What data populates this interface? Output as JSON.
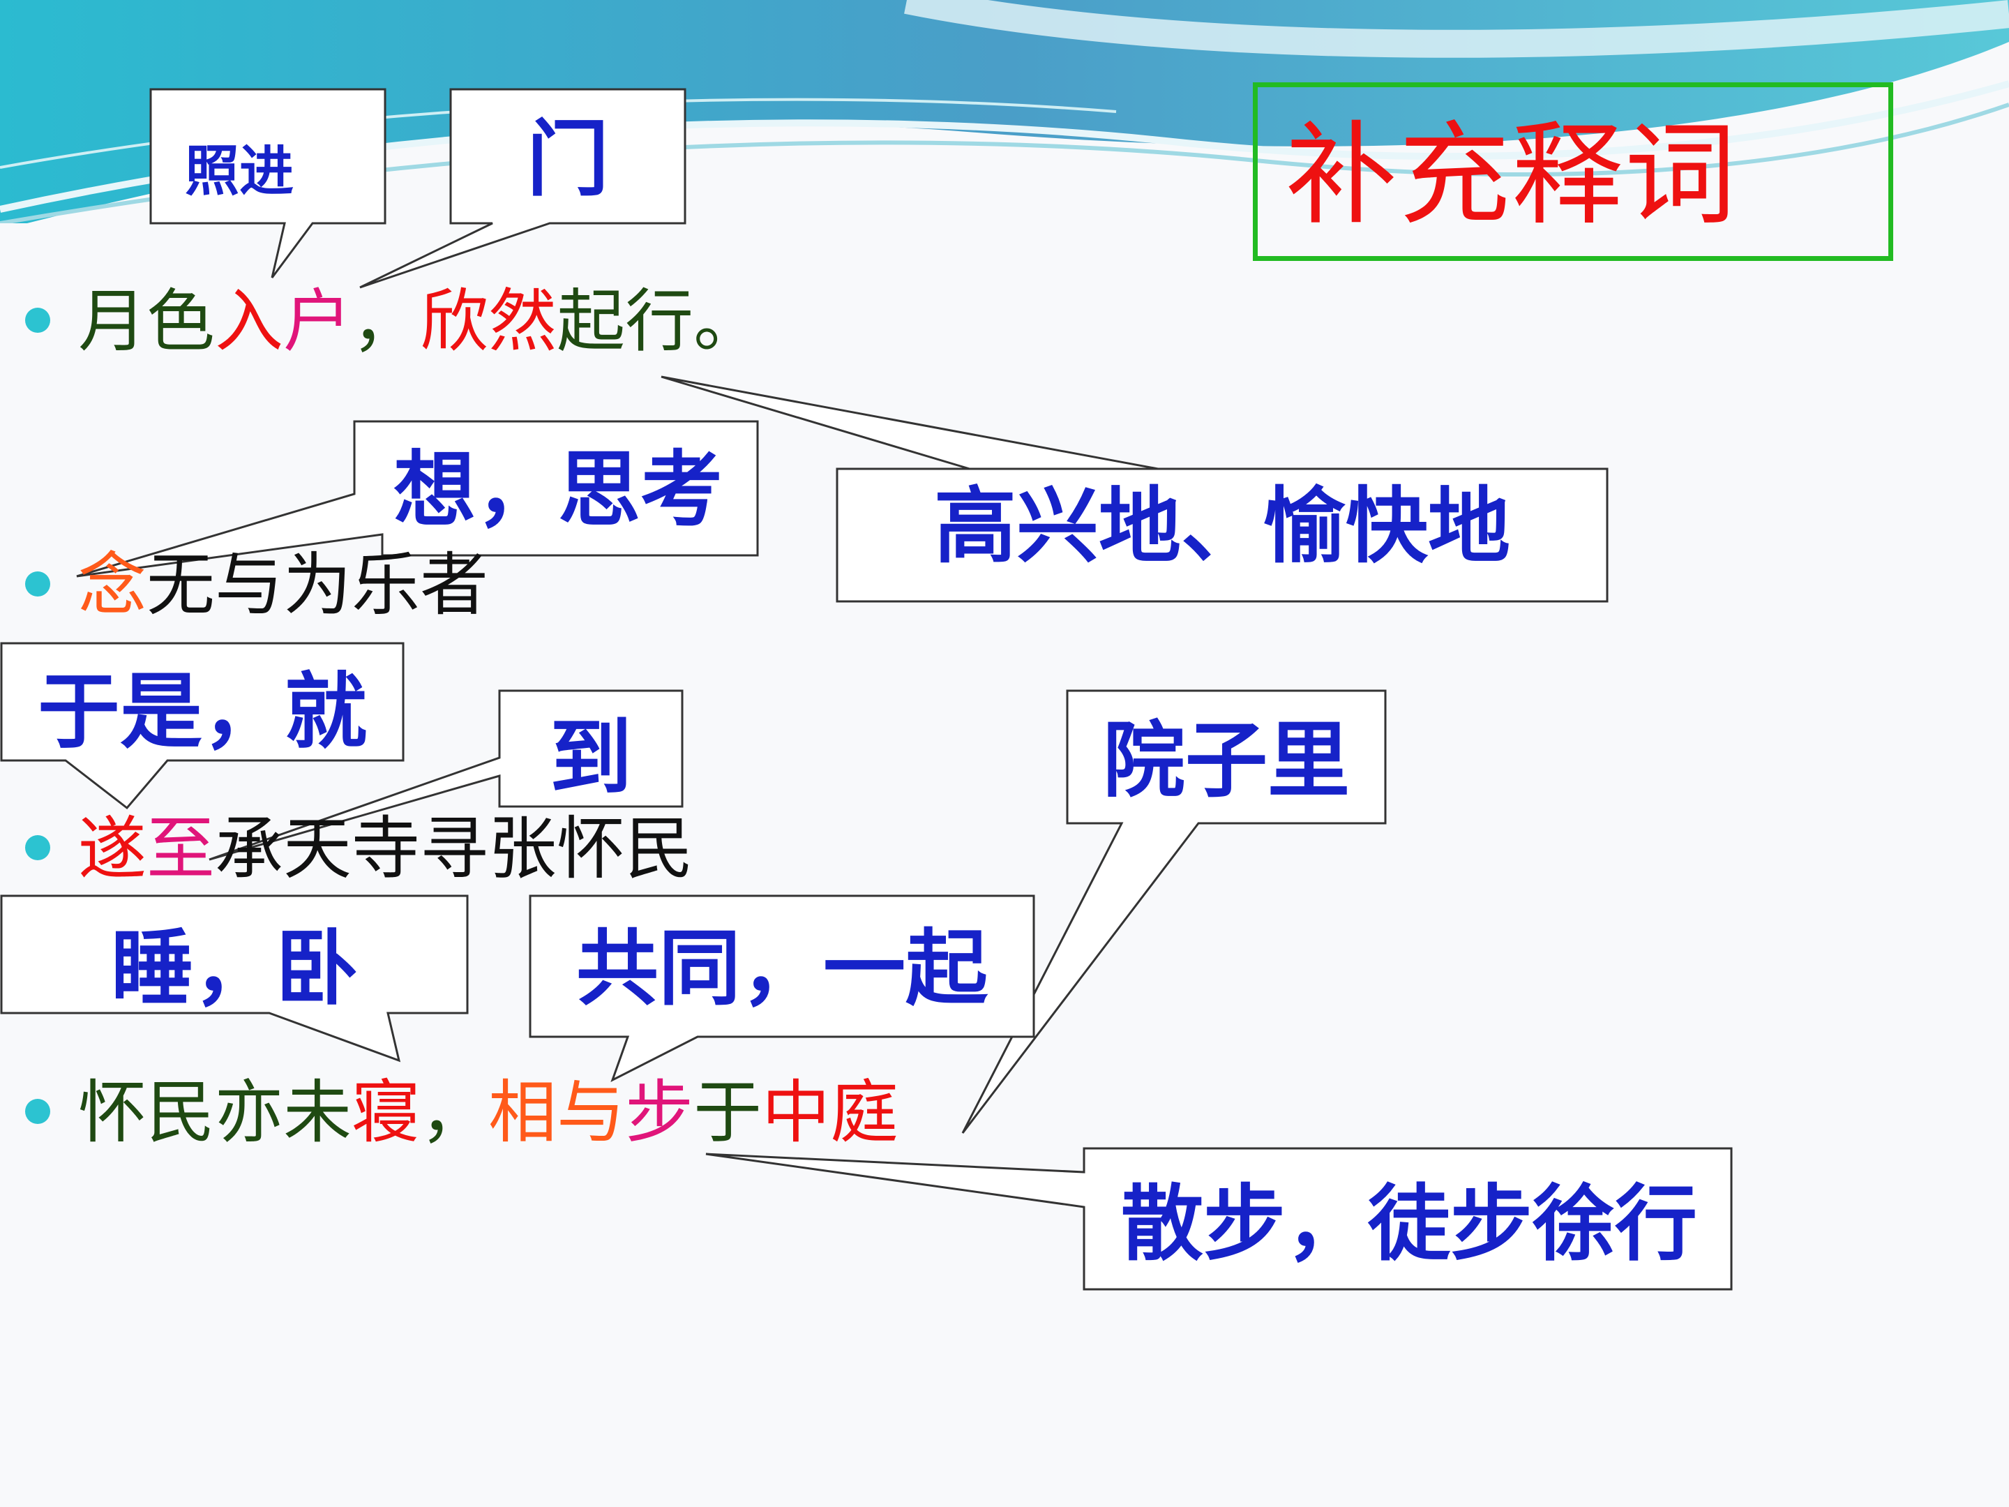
{
  "title": "补充释词",
  "colors": {
    "title": "#ee1111",
    "title_border": "#22bb22",
    "bullet": "#2cc3d1",
    "callout_text": "#1622c8",
    "text_green": "#1f4a12",
    "text_red": "#ee1111",
    "text_pink": "#e0157a",
    "text_orange": "#ff5a1a"
  },
  "lines": [
    {
      "segments": [
        {
          "text": "月色",
          "color": "green"
        },
        {
          "text": "入",
          "color": "red"
        },
        {
          "text": "户",
          "color": "pink"
        },
        {
          "text": "，",
          "color": "green"
        },
        {
          "text": "欣然",
          "color": "red"
        },
        {
          "text": "起行。",
          "color": "green"
        }
      ]
    },
    {
      "segments": [
        {
          "text": "念",
          "color": "orange"
        },
        {
          "text": "无与为乐者",
          "color": "black"
        }
      ]
    },
    {
      "segments": [
        {
          "text": "遂",
          "color": "red"
        },
        {
          "text": "至",
          "color": "pink"
        },
        {
          "text": "承天寺寻张怀民",
          "color": "black"
        }
      ]
    },
    {
      "segments": [
        {
          "text": "怀民亦未",
          "color": "green"
        },
        {
          "text": "寝",
          "color": "red"
        },
        {
          "text": "，",
          "color": "green"
        },
        {
          "text": "相与",
          "color": "orange"
        },
        {
          "text": "步",
          "color": "pink"
        },
        {
          "text": "于",
          "color": "green"
        },
        {
          "text": "中庭",
          "color": "red"
        }
      ]
    }
  ],
  "callouts": [
    {
      "id": "zhaojin",
      "text": "照进"
    },
    {
      "id": "men",
      "text": "门"
    },
    {
      "id": "xiang",
      "text": "想，思考"
    },
    {
      "id": "gaoxing",
      "text": "高兴地、愉快地"
    },
    {
      "id": "yushi",
      "text": "于是，就"
    },
    {
      "id": "dao",
      "text": "到"
    },
    {
      "id": "yuanzi",
      "text": "院子里"
    },
    {
      "id": "shui",
      "text": "睡，卧"
    },
    {
      "id": "gongtong",
      "text": "共同，一起"
    },
    {
      "id": "sanbu",
      "text": "散步，徒步徐行"
    }
  ]
}
